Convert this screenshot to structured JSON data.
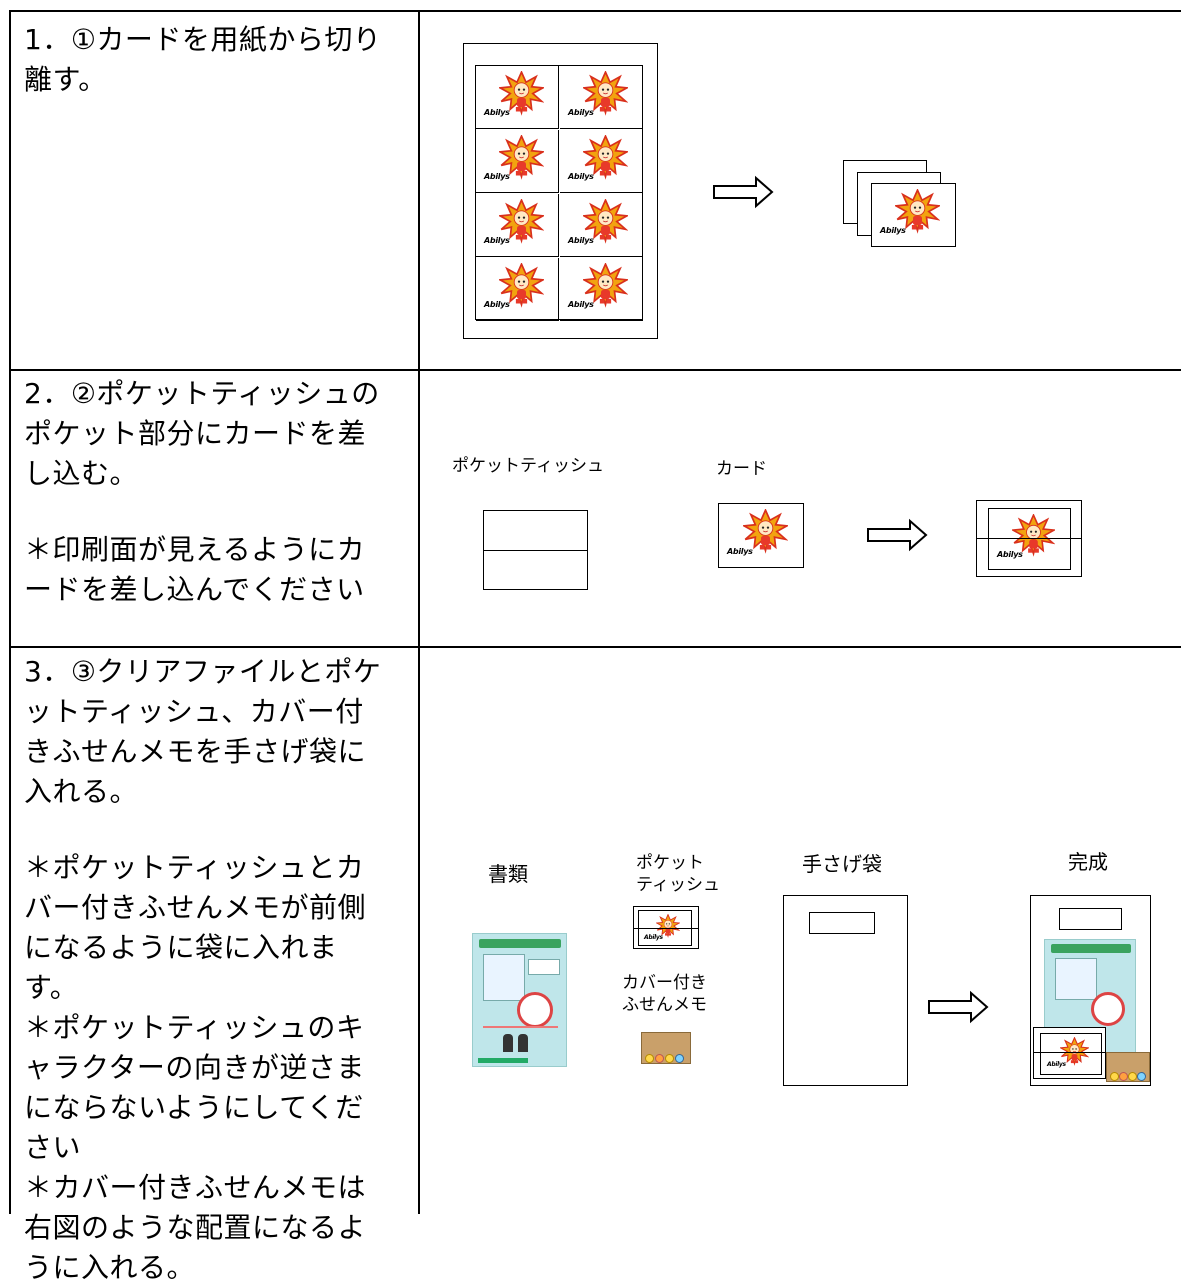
{
  "steps": [
    {
      "instruction": "1．①カードを用紙から切り離す。",
      "notes": []
    },
    {
      "instruction": "2．②ポケットティッシュのポケット部分にカードを差し込む。",
      "notes": [
        "＊印刷面が見えるようにカードを差し込んでください"
      ]
    },
    {
      "instruction": "3．③クリアファイルとポケットティッシュ、カバー付きふせんメモを手さげ袋に入れる。",
      "notes": [
        "＊ポケットティッシュとカバー付きふせんメモが前側になるように袋に入れます。",
        "＊ポケットティッシュのキャラクターの向きが逆さまにならないようにしてください",
        "＊カバー付きふせんメモは右図のような配置になるように入れる。"
      ]
    }
  ],
  "figures": {
    "step2": {
      "tissue_label": "ポケットティッシュ",
      "card_label": "カード"
    },
    "step3": {
      "documents_label": "書類",
      "tissue_label": "ポケット\nティッシュ",
      "memo_label": "カバー付き\nふせんメモ",
      "bag_label": "手さげ袋",
      "done_label": "完成"
    },
    "logo_text": "Abilys",
    "icons": [
      "mascot-icon",
      "right-arrow-icon"
    ]
  }
}
